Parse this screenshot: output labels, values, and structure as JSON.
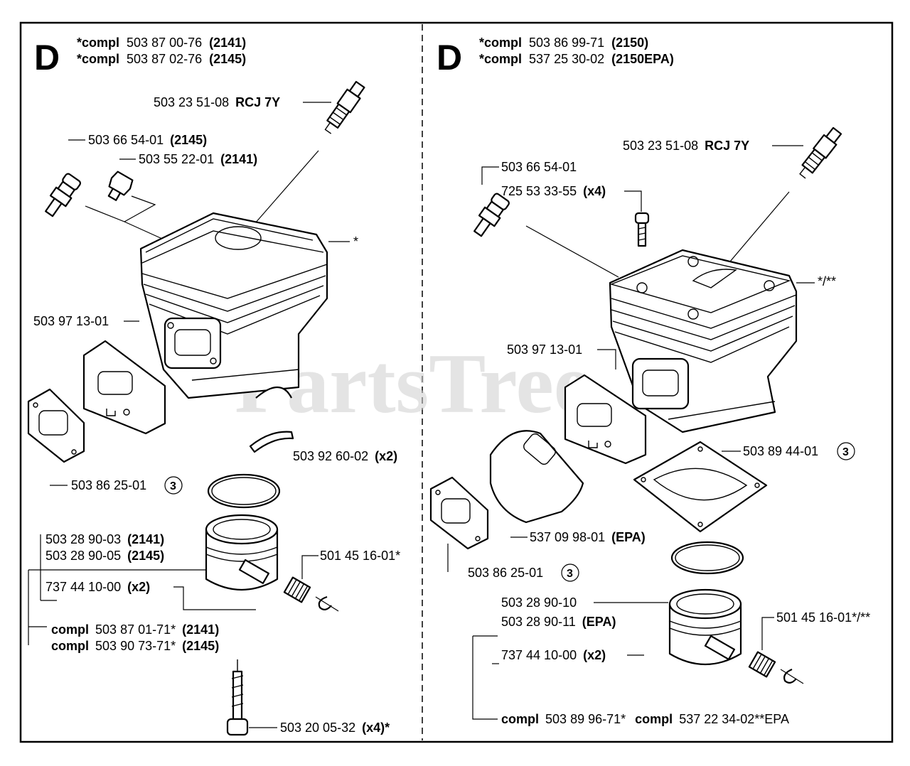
{
  "watermark": "PartsTree",
  "left": {
    "section_letter": "D",
    "header": [
      {
        "prefix": "*compl",
        "number": "503 87 00-76",
        "model": "(2141)"
      },
      {
        "prefix": "*compl",
        "number": "503 87 02-76",
        "model": "(2145)"
      }
    ],
    "labels": {
      "spark_plug": {
        "number": "503 23 51-08",
        "suffix": "RCJ 7Y"
      },
      "decomp_2145": {
        "number": "503 66 54-01",
        "suffix": "(2145)"
      },
      "plug_2141": {
        "number": "503 55 22-01",
        "suffix": "(2141)"
      },
      "cylinder_star": "*",
      "gasket": "503 97 13-01",
      "bearing": {
        "number": "503 92 60-02",
        "suffix": "(x2)"
      },
      "ring": {
        "number": "503 86 25-01",
        "circle": "3"
      },
      "piston_2141": {
        "number": "503 28 90-03",
        "suffix": "(2141)"
      },
      "piston_2145": {
        "number": "503 28 90-05",
        "suffix": "(2145)"
      },
      "needle_bearing": "501 45 16-01*",
      "circlip": {
        "number": "737 44 10-00",
        "suffix": "(x2)"
      },
      "kit_2141": {
        "prefix": "compl",
        "number": "503 87 01-71*",
        "suffix": "(2141)"
      },
      "kit_2145": {
        "prefix": "compl",
        "number": "503 90 73-71*",
        "suffix": "(2145)"
      },
      "screw": {
        "number": "503 20 05-32",
        "suffix": "(x4)*"
      }
    }
  },
  "right": {
    "section_letter": "D",
    "header": [
      {
        "prefix": "*compl",
        "number": "503 86 99-71",
        "model": "(2150)"
      },
      {
        "prefix": "*compl",
        "number": "537 25 30-02",
        "model": "(2150EPA)"
      }
    ],
    "labels": {
      "spark_plug": {
        "number": "503 23 51-08",
        "suffix": "RCJ 7Y"
      },
      "decomp": "503 66 54-01",
      "screw": {
        "number": "725 53 33-55",
        "suffix": "(x4)"
      },
      "cylinder_star": "*/**",
      "gasket": "503 97 13-01",
      "base_gasket": {
        "number": "503 89 44-01",
        "circle": "3"
      },
      "epa_cover": {
        "number": "537 09 98-01",
        "suffix": "(EPA)"
      },
      "ring": {
        "number": "503 86 25-01",
        "circle": "3"
      },
      "piston": "503 28 90-10",
      "piston_epa": {
        "number": "503 28 90-11",
        "suffix": "(EPA)"
      },
      "needle_bearing": "501 45 16-01*/**",
      "circlip": {
        "number": "737 44 10-00",
        "suffix": "(x2)"
      },
      "kit_a": {
        "prefix": "compl",
        "number": "503 89 96-71*"
      },
      "kit_b": {
        "prefix": "compl",
        "number": "537 22 34-02**EPA"
      }
    }
  }
}
